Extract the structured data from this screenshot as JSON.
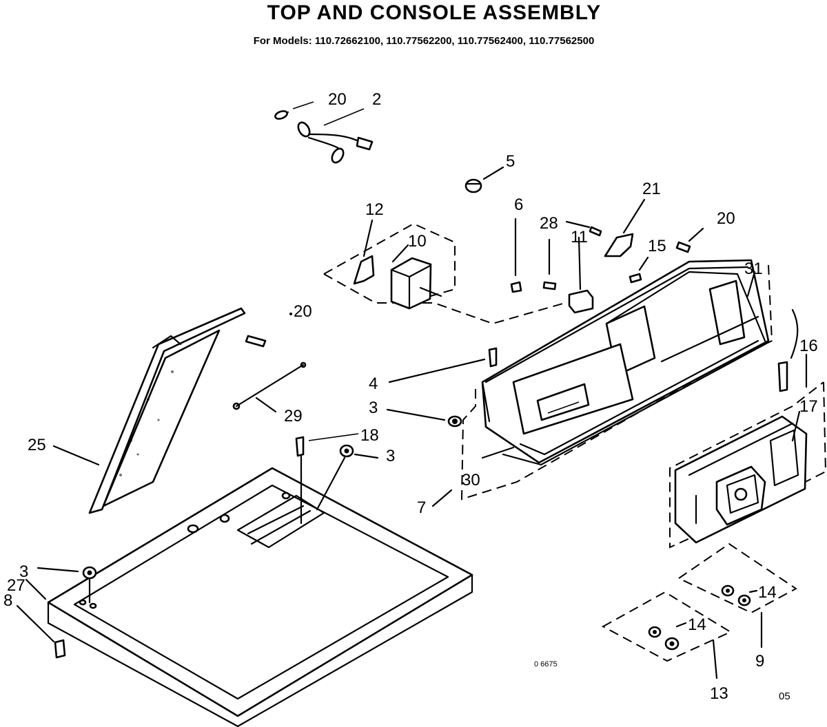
{
  "title": "TOP AND CONSOLE ASSEMBLY",
  "subtitle": "For Models:  110.72662100, 110.77562200, 110.77562400, 110.77562500",
  "callouts": {
    "c20a": "20",
    "c2": "2",
    "c5": "5",
    "c21": "21",
    "c12": "12",
    "c6": "6",
    "c28": "28",
    "c20b": "20",
    "c10": "10",
    "c11": "11",
    "c15": "15",
    "c31": "31",
    "c20c": "20",
    "c16": "16",
    "c4": "4",
    "c3a": "3",
    "c17": "17",
    "c29": "29",
    "c25": "25",
    "c18": "18",
    "c3b": "3",
    "c30": "30",
    "c7": "7",
    "c3c": "3",
    "c27": "27",
    "c8": "8",
    "c14a": "14",
    "c14b": "14",
    "c9": "9",
    "c13": "13"
  },
  "diagram_code": "0 6675",
  "corner_code": "05"
}
